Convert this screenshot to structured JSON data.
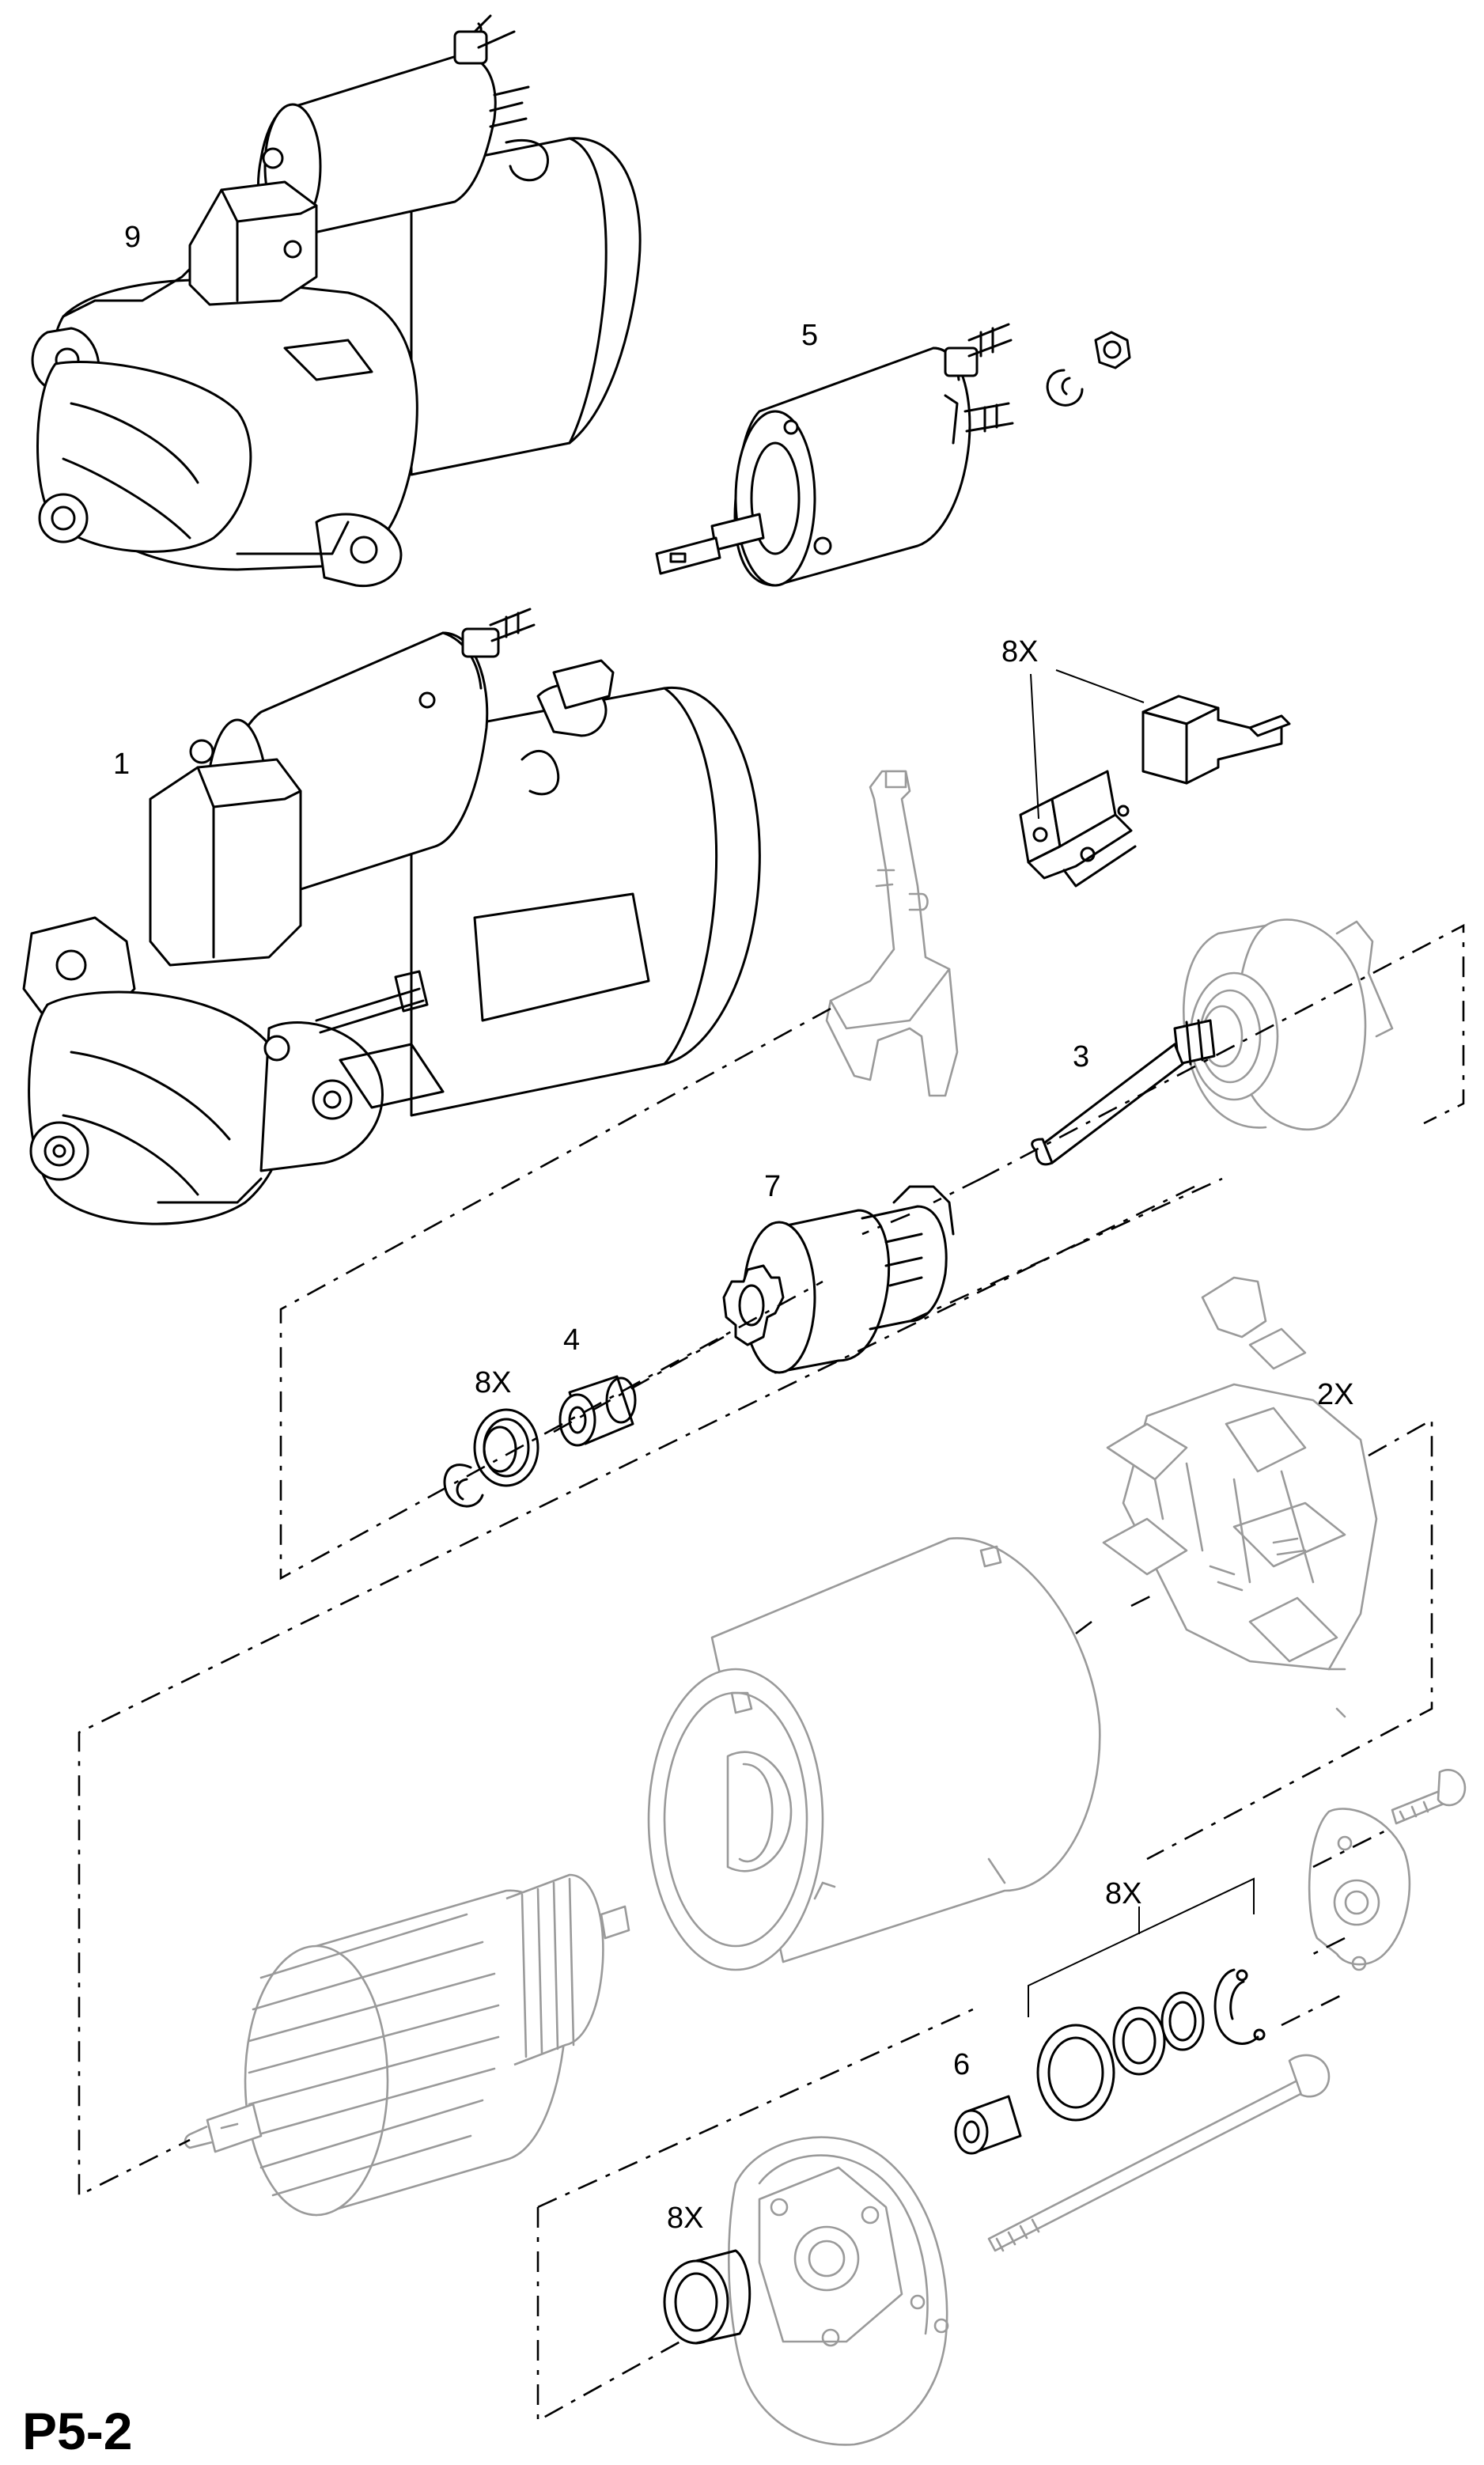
{
  "page_code": "P5-2",
  "callouts": {
    "starter_complete_small": "9",
    "solenoid": "5",
    "starter_assembly": "1",
    "brush_set": "8X",
    "pinion_drive_housing": "3",
    "drive_pinion": "7",
    "bush": "4",
    "ring_set": "8X",
    "brush_holder": "2X",
    "repair_kit": "8X",
    "end_bush": "6",
    "seal": "8X"
  }
}
